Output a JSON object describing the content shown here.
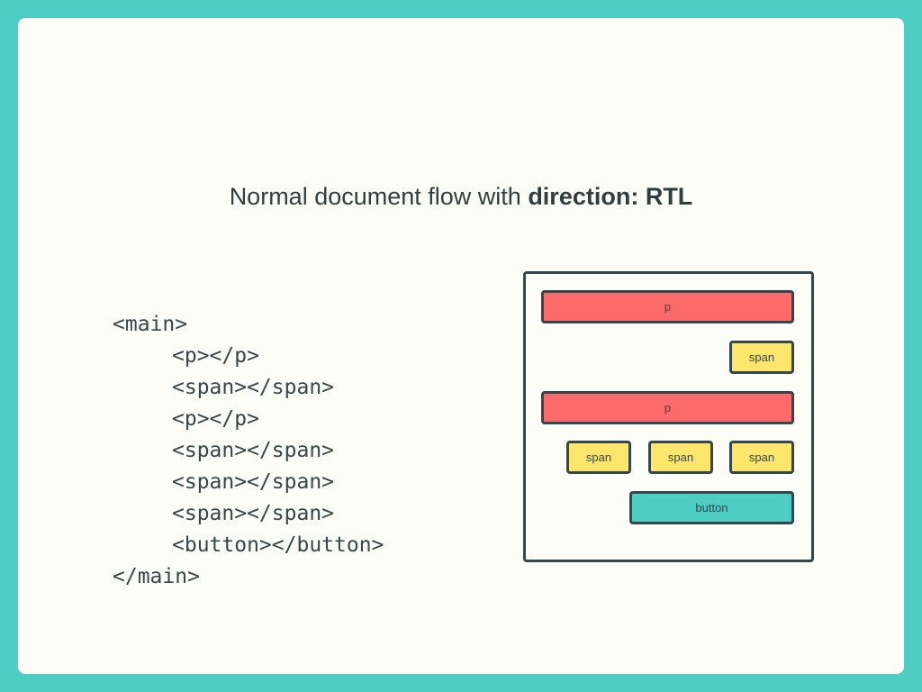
{
  "title": {
    "prefix": "Normal document flow with ",
    "bold": "direction: RTL"
  },
  "code": {
    "lines": [
      "<main>",
      "<p></p>",
      "<span></span>",
      "<p></p>",
      "<span></span>",
      "<span></span>",
      "<span></span>",
      "<button></button>",
      "</main>"
    ]
  },
  "diagram": {
    "boxes": [
      {
        "label": "p",
        "kind": "p"
      },
      {
        "label": "span",
        "kind": "span"
      },
      {
        "label": "p",
        "kind": "p"
      },
      {
        "label": "span",
        "kind": "span"
      },
      {
        "label": "span",
        "kind": "span"
      },
      {
        "label": "span",
        "kind": "span"
      },
      {
        "label": "button",
        "kind": "button"
      }
    ]
  },
  "colors": {
    "background": "#4ecdc4",
    "card": "#fdfdf8",
    "paragraph": "#fc6a6a",
    "span": "#fce66c",
    "button": "#4ecdc4",
    "outline": "#34474a"
  }
}
